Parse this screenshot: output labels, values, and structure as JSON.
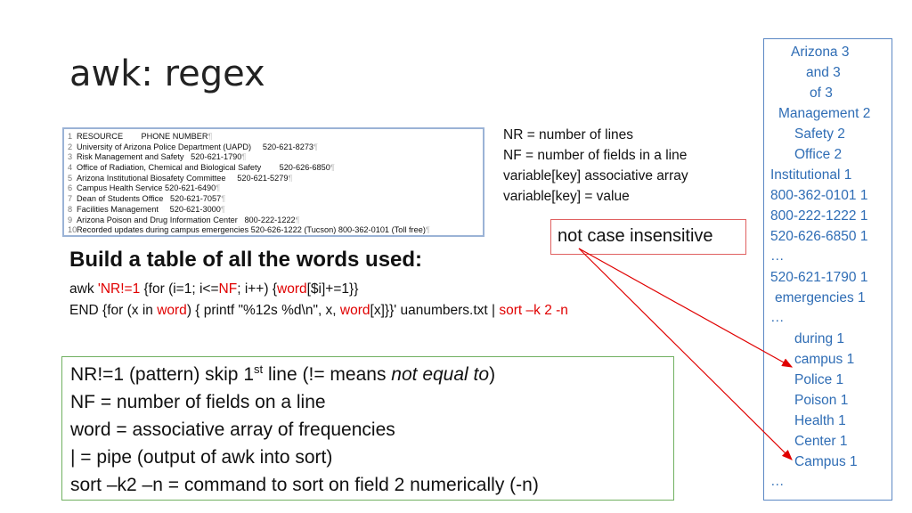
{
  "title": "awk: regex",
  "file_lines": [
    {
      "num": "1",
      "text": "RESOURCE        PHONE NUMBER",
      "mark": "¶"
    },
    {
      "num": "2",
      "text": "University of Arizona Police Department (UAPD)     520‑621‑8273",
      "mark": "¶"
    },
    {
      "num": "3",
      "text": "Risk Management and Safety   520‑621‑1790",
      "mark": "¶"
    },
    {
      "num": "4",
      "text": "Office of Radiation, Chemical and Biological Safety        520‑626‑6850",
      "mark": "¶"
    },
    {
      "num": "5",
      "text": "Arizona Institutional Biosafety Committee     520‑621‑5279",
      "mark": "¶"
    },
    {
      "num": "6",
      "text": "Campus Health Service 520‑621‑6490",
      "mark": "¶"
    },
    {
      "num": "7",
      "text": "Dean of Students Office   520‑621‑7057",
      "mark": "¶"
    },
    {
      "num": "8",
      "text": "Facilities Management     520‑621‑3000",
      "mark": "¶"
    },
    {
      "num": "9",
      "text": "Arizona Poison and Drug Information Center   800‑222‑1222",
      "mark": "¶"
    },
    {
      "num": "10",
      "text": "Recorded updates during campus emergencies 520‑626‑1222 (Tucson) 800‑362‑0101 (Toll free)",
      "mark": "¶"
    }
  ],
  "notes": [
    "NR = number of lines",
    "NF = number of fields in a line",
    "variable[key] associative array",
    "variable[key] = value"
  ],
  "case_note": "not case insensitive",
  "build_heading": "Build a table of all the words used:",
  "awk_line1": {
    "p1": "awk ",
    "p2": "'NR!=1",
    "p3": " {for (i=1; i<=",
    "p4": "NF",
    "p5": "; i++) {",
    "p6": "word",
    "p7": "[$i]+=1}}"
  },
  "awk_line2": {
    "p1": "END {for (x in ",
    "p2": "word",
    "p3": ") { printf \"%12s %d\\n\", x, ",
    "p4": "word",
    "p5": "[x]}}' uanumbers.txt | ",
    "p6": "sort –k 2 -n"
  },
  "explain": {
    "l1a": "NR!=1 (pattern) skip 1",
    "l1sup": "st",
    "l1b": " line (!= means ",
    "l1em": "not equal to",
    "l1c": ")",
    "l2": "NF = number of fields on a line",
    "l3": "word = associative array of frequencies",
    "l4": "| = pipe (output of awk into sort)",
    "l5": "sort –k2 –n = command to sort on field 2 numerically (-n)"
  },
  "output_lines": [
    "Arizona 3",
    "and 3",
    "of 3",
    "Management 2",
    "Safety 2",
    "Office 2",
    "Institutional 1",
    "800-362-0101 1",
    "800-222-1222 1",
    "520-626-6850 1",
    "…",
    "520-621-1790 1",
    "emergencies 1",
    "…",
    "during 1",
    "campus 1",
    "Police 1",
    "Poison 1",
    "Health 1",
    "Center 1",
    "Campus 1",
    "…"
  ]
}
